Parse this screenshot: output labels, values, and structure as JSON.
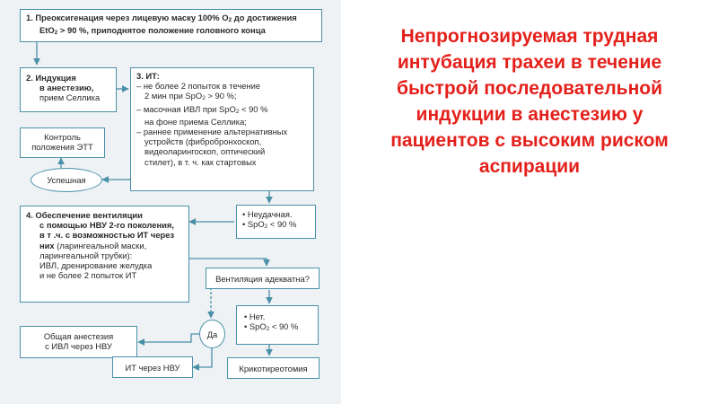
{
  "title": {
    "lines": [
      "Непрогнозируемая трудная",
      "интубация трахеи в течение",
      "быстрой последовательной",
      "индукции в анестезию у",
      "пациентов с высоким риском",
      "аспирации"
    ]
  },
  "flow": {
    "step1": {
      "line1_pre": "1.  Преоксигенация через лицевую маску 100% O",
      "line1_sub": "2",
      "line1_post": " до достижения",
      "line2_pre": "EtO",
      "line2_sub": "2",
      "line2_post": " > 90 %, приподнятое положение головного конца"
    },
    "step2": {
      "lines": [
        "2.  Индукция",
        "в анестезию,",
        "прием Селлика"
      ]
    },
    "step3": {
      "head": "3.  ИТ:",
      "l1": "–  не более 2 попыток в течение",
      "l2_pre": "2 мин при SpO",
      "l2_sub": "2",
      "l2_post": " > 90 %;",
      "l3_pre": "–  масочная ИВЛ при SpO",
      "l3_sub": "2",
      "l3_post": " < 90 %",
      "l4": "на фоне приема Селлика;",
      "l5": "–  раннее применение альтернативных",
      "l6": "устройств (фибробронхоскоп,",
      "l7": "видеоларингоскоп, оптический",
      "l8": "стилет), в т. ч. как стартовых"
    },
    "control": {
      "lines": [
        "Контроль",
        "положения ЭТТ"
      ]
    },
    "success": {
      "label": "Успешная"
    },
    "fail": {
      "l1": "•  Неудачная.",
      "l2_pre": "•  SpO",
      "l2_sub": "2",
      "l2_post": " < 90 %"
    },
    "step4": {
      "bold_lines": [
        "4.  Обеспечение вентиляции",
        "с помощью НВУ 2-го поколения,",
        "в т .ч. с возможностью ИТ через",
        "них"
      ],
      "bold_tail": " (ларингеальной маски,",
      "lines": [
        "ларингеальной трубки):",
        "ИВЛ, дренирование желудка",
        "и не более 2 попыток ИТ"
      ]
    },
    "adequate": {
      "label": "Вентиляция адекватна?"
    },
    "no": {
      "l1": "•  Нет.",
      "l2_pre": "•  SpO",
      "l2_sub": "2",
      "l2_post": " < 90 %"
    },
    "general": {
      "lines": [
        "Общая анестезия",
        "с ИВЛ через НВУ"
      ]
    },
    "yes": {
      "label": "Да"
    },
    "it_nvu": {
      "label": "ИТ через НВУ"
    },
    "crico": {
      "label": "Крикотиреотомия"
    }
  },
  "colors": {
    "accent": "#4a90a8",
    "title": "#e4201b",
    "background": "#eef2f4"
  }
}
